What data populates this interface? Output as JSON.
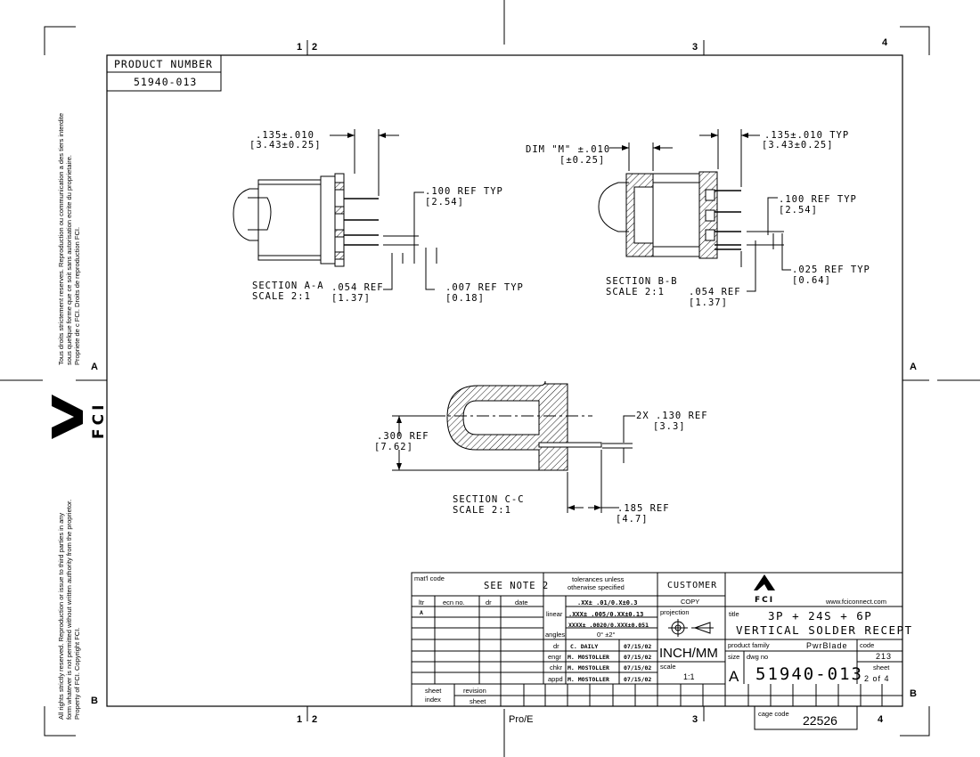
{
  "zones": {
    "top": [
      "1",
      "2",
      "3",
      "4"
    ],
    "side": [
      "A",
      "B"
    ]
  },
  "product_number": {
    "label": "PRODUCT NUMBER",
    "value": "51940-013"
  },
  "section_aa": {
    "title": "SECTION  A-A",
    "scale": "SCALE  2:1",
    "dim_135": ".135±.010",
    "dim_135_mm": "[3.43±0.25]",
    "dim_100": ".100  REF TYP",
    "dim_100_mm": "[2.54]",
    "dim_054": ".054  REF",
    "dim_054_mm": "[1.37]",
    "dim_007": ".007  REF TYP",
    "dim_007_mm": "[0.18]"
  },
  "section_bb": {
    "title": "SECTION  B-B",
    "scale": "SCALE  2:1",
    "dim_m": "DIM \"M\" ±.010",
    "dim_m_mm": "[±0.25]",
    "dim_135": ".135±.010   TYP",
    "dim_135_mm": "[3.43±0.25]",
    "dim_100": ".100  REF TYP",
    "dim_100_mm": "[2.54]",
    "dim_025": ".025  REF TYP",
    "dim_025_mm": "[0.64]",
    "dim_054": ".054  REF",
    "dim_054_mm": "[1.37]"
  },
  "section_cc": {
    "title": "SECTION  C-C",
    "scale": "SCALE  2:1",
    "dim_300": ".300  REF",
    "dim_300_mm": "[7.62]",
    "dim_130": "2X .130 REF",
    "dim_130_mm": "[3.3]",
    "dim_185": ".185 REF",
    "dim_185_mm": "[4.7]"
  },
  "side_text": {
    "french": [
      "Tous droits strictement reserves.  Reproduction ou communication a des tiers interdite",
      "sous quelque forme que ce soit sans autorisation ecrite du proprietaire.",
      "Propriete de c FCI.  Droits de reproduction FCI."
    ],
    "english": [
      "All rights strictly reserved.  Reproduction or issue to third parties in any",
      "form whatever is not permitted without written authority from the proprietor.",
      "Property of FCI.  Copyright FCI."
    ],
    "logo": "FCI"
  },
  "title_block": {
    "matl_code": "mat'l code",
    "see_note": "SEE NOTE 2",
    "tolerances_1": "tolerances unless",
    "tolerances_2": "otherwise specified",
    "tol_x": ".XX± .01/0.X±0.3",
    "tol_xx": ".XXX± .005/0.XX±0.13",
    "tol_xxx": "XXXX± .0020/0.XXX±0.051",
    "angles": "0° ±2°",
    "linear": "linear",
    "angles_label": "angles",
    "customer": "CUSTOMER",
    "copy": "COPY",
    "projection": "projection",
    "units": "INCH/MM",
    "scale_label": "scale",
    "scale": "1:1",
    "ltr": "ltr",
    "ecn": "ecn no.",
    "dr": "dr",
    "date": "date",
    "rev_letter": "A",
    "sign": [
      {
        "role": "dr",
        "name": "C. DAILY",
        "date": "07/15/02"
      },
      {
        "role": "engr",
        "name": "M. MOSTOLLER",
        "date": "07/15/02"
      },
      {
        "role": "chkr",
        "name": "M. MOSTOLLER",
        "date": "07/15/02"
      },
      {
        "role": "appd",
        "name": "M. MOSTOLLER",
        "date": "07/15/02"
      }
    ],
    "sheet_index_1": "sheet",
    "sheet_index_2": "index",
    "revision": "revision",
    "sheet_word": "sheet",
    "company": "FCI",
    "website": "www.fciconnect.com",
    "title_label": "title",
    "title_1": "3P + 24S + 6P",
    "title_2": "VERTICAL SOLDER RECEPT",
    "product_family_label": "product family",
    "product_family": "PwrBlade",
    "code_label": "code",
    "code": "213",
    "size_label": "size",
    "size": "A",
    "dwg_no_label": "dwg no",
    "dwg_no": "51940-013",
    "sheet_label": "sheet",
    "sheet": "2 of 4",
    "cage_code_label": "cage code",
    "cage_code": "22526"
  },
  "footer": {
    "software": "Pro/E"
  }
}
